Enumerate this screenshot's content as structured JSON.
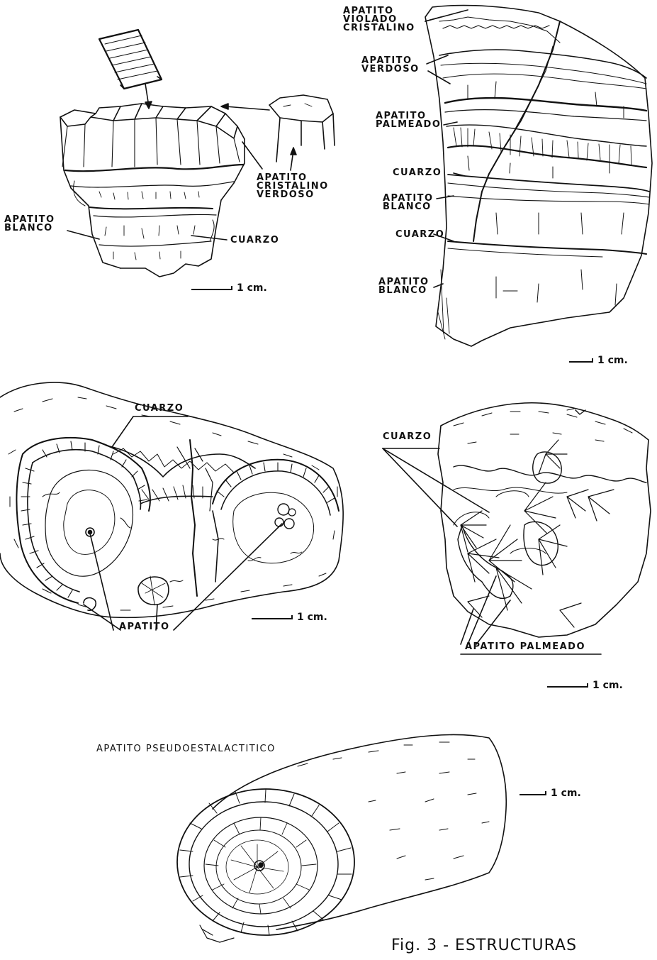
{
  "labels": {
    "p1_apatito_blanco": [
      "APATITO",
      "BLANCO"
    ],
    "p1_apatito_cristalino_verdoso": [
      "APATITO",
      "CRISTALINO",
      "VERDOSO"
    ],
    "p1_cuarzo": "CUARZO",
    "p2_apatito_violado_cristalino": [
      "APATITO",
      "VIOLADO",
      "CRISTALINO"
    ],
    "p2_apatito_verdoso": [
      "APATITO",
      "VERDOSO"
    ],
    "p2_apatito_palmeado": [
      "APATITO",
      "PALMEADO"
    ],
    "p2_cuarzo_1": "CUARZO",
    "p2_apatito_blanco_1": [
      "APATITO",
      "BLANCO"
    ],
    "p2_cuarzo_2": "CUARZO",
    "p2_apatito_blanco_2": [
      "APATITO",
      "BLANCO"
    ],
    "p3_cuarzo": "CUARZO",
    "p3_apatito": "APATITO",
    "p4_cuarzo": "CUARZO",
    "p4_apatito_palmeado": "APATITO PALMEADO",
    "p5_apatito_pseudoestalactitico": "APATITO PSEUDOESTALACTITICO"
  },
  "scale_bars": {
    "p1": "1 cm.",
    "p2": "1 cm.",
    "p3": "1 cm.",
    "p4": "1 cm.",
    "p5": "1 cm."
  },
  "caption": "Fig. 3 - ESTRUCTURAS"
}
